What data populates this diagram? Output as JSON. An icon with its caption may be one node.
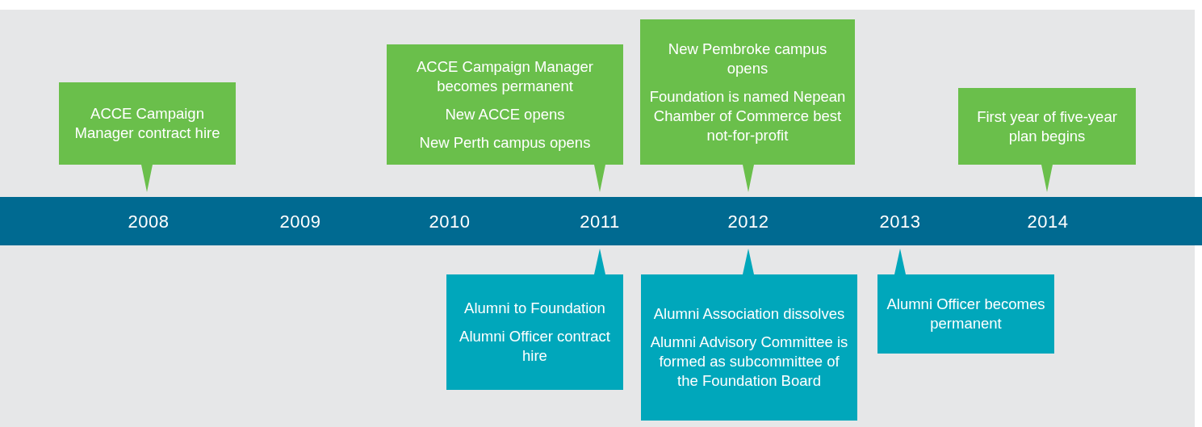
{
  "diagram": {
    "nodes": [
      {
        "text": [
          "ACCE Campaign Manager contract hire"
        ]
      },
      {
        "text": [
          "ACCE Campaign Manager becomes permanent",
          "New ACCE opens",
          "New Perth campus opens"
        ]
      },
      {
        "text": [
          "New Pembroke campus opens",
          "Foundation is named Nepean Chamber of Commerce best not-for-profit"
        ]
      },
      {
        "text": [
          "First year of five-year plan begins"
        ]
      },
      {
        "text": [
          "Alumni to Foundation",
          "Alumni Officer contract hire"
        ]
      },
      {
        "text": [
          "Alumni Association dissolves",
          "Alumni Advisory Committee is formed as subcommittee of the Foundation Board"
        ]
      },
      {
        "text": [
          "Alumni Officer becomes permanent"
        ]
      }
    ],
    "labels": [
      "2008",
      "2009",
      "2010",
      "2011",
      "2012",
      "2013",
      "2014"
    ]
  }
}
